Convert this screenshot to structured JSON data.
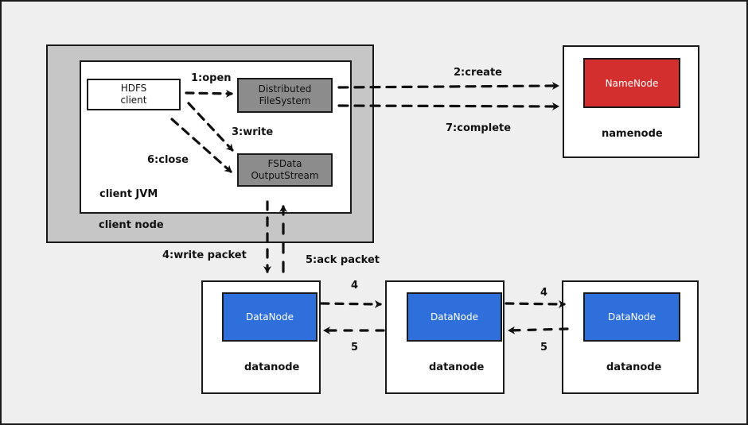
{
  "client_node": {
    "label": "client node",
    "jvm_label": "client JVM",
    "hdfs_client": [
      "HDFS",
      "client"
    ],
    "distributed_fs": [
      "Distributed",
      "FileSystem"
    ],
    "fsdata_stream": [
      "FSData",
      "OutputStream"
    ]
  },
  "namenode": {
    "inner_label": "NameNode",
    "label": "namenode"
  },
  "datanodes": [
    {
      "inner_label": "DataNode",
      "label": "datanode"
    },
    {
      "inner_label": "DataNode",
      "label": "datanode"
    },
    {
      "inner_label": "DataNode",
      "label": "datanode"
    }
  ],
  "steps": {
    "open": "1:open",
    "create": "2:create",
    "write": "3:write",
    "write_packet": "4:write packet",
    "ack_packet": "5:ack packet",
    "close": "6:close",
    "complete": "7:complete",
    "dn_forward_1": "4",
    "dn_ack_1": "5",
    "dn_forward_2": "4",
    "dn_ack_2": "5"
  },
  "colors": {
    "namenode_fill": "#d32f2f",
    "datanode_fill": "#2f6fdc",
    "component_fill": "#8c8c8c",
    "client_node_fill": "#c6c6c6"
  }
}
